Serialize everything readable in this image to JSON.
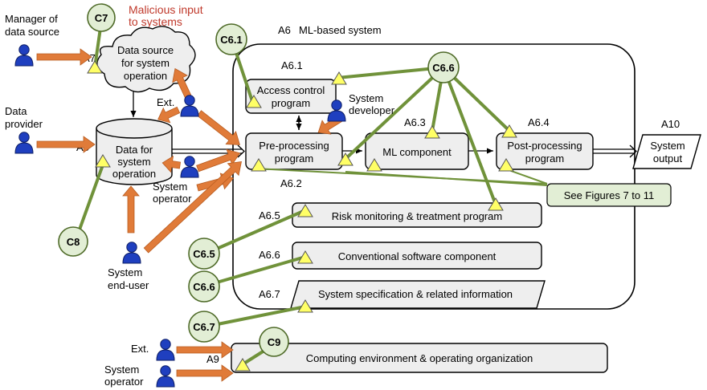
{
  "title": {
    "code": "A6",
    "label": "ML-based system"
  },
  "actors": {
    "manager": {
      "line1": "Manager of",
      "line2": "data source"
    },
    "provider": {
      "line1": "Data",
      "line2": "provider"
    },
    "ext_top": "Ext.",
    "developer": {
      "line1": "System",
      "line2": "developer"
    },
    "operator_mid": {
      "line1": "System",
      "line2": "operator"
    },
    "end_user": {
      "line1": "System",
      "line2": "end-user"
    },
    "ext_bottom": "Ext.",
    "operator_bottom": {
      "line1": "System",
      "line2": "operator"
    }
  },
  "threat": {
    "line1": "Malicious input",
    "line2": "to systems"
  },
  "nodes": {
    "data_source": {
      "code": "A7",
      "line1": "Data source",
      "line2": "for system",
      "line3": "operation"
    },
    "data_for": {
      "code": "A8",
      "line1": "Data for",
      "line2": "system",
      "line3": "operation"
    },
    "access_control": {
      "code": "A6.1",
      "line1": "Access control",
      "line2": "program"
    },
    "preprocessing": {
      "code": "A6.2",
      "line1": "Pre-processing",
      "line2": "program"
    },
    "ml_component": {
      "code": "A6.3",
      "label": "ML component"
    },
    "postprocessing": {
      "code": "A6.4",
      "line1": "Post-processing",
      "line2": "program"
    },
    "system_output": {
      "code": "A10",
      "line1": "System",
      "line2": "output"
    },
    "risk": {
      "code": "A6.5",
      "label": "Risk monitoring & treatment program"
    },
    "conventional": {
      "code": "A6.6",
      "label": "Conventional software component"
    },
    "spec": {
      "code": "A6.7",
      "label": "System specification & related information"
    },
    "computing": {
      "code": "A9",
      "label": "Computing environment & operating organization"
    }
  },
  "see_figures": "See Figures 7 to 11",
  "circles": {
    "c7": "C7",
    "c61": "C6.1",
    "c66top": "C6.6",
    "c8": "C8",
    "c65": "C6.5",
    "c66": "C6.6",
    "c67": "C6.7",
    "c9": "C9"
  },
  "colors": {
    "green_line": "#70923a",
    "circle_fill": "#e2eed5",
    "circle_stroke": "#4f6b29",
    "triangle_fill": "#ffff66",
    "arrow_orange": "#e07b39",
    "person_blue": "#1f3fbf",
    "box_fill": "#eeeeee",
    "threat_red": "#c0392b"
  }
}
